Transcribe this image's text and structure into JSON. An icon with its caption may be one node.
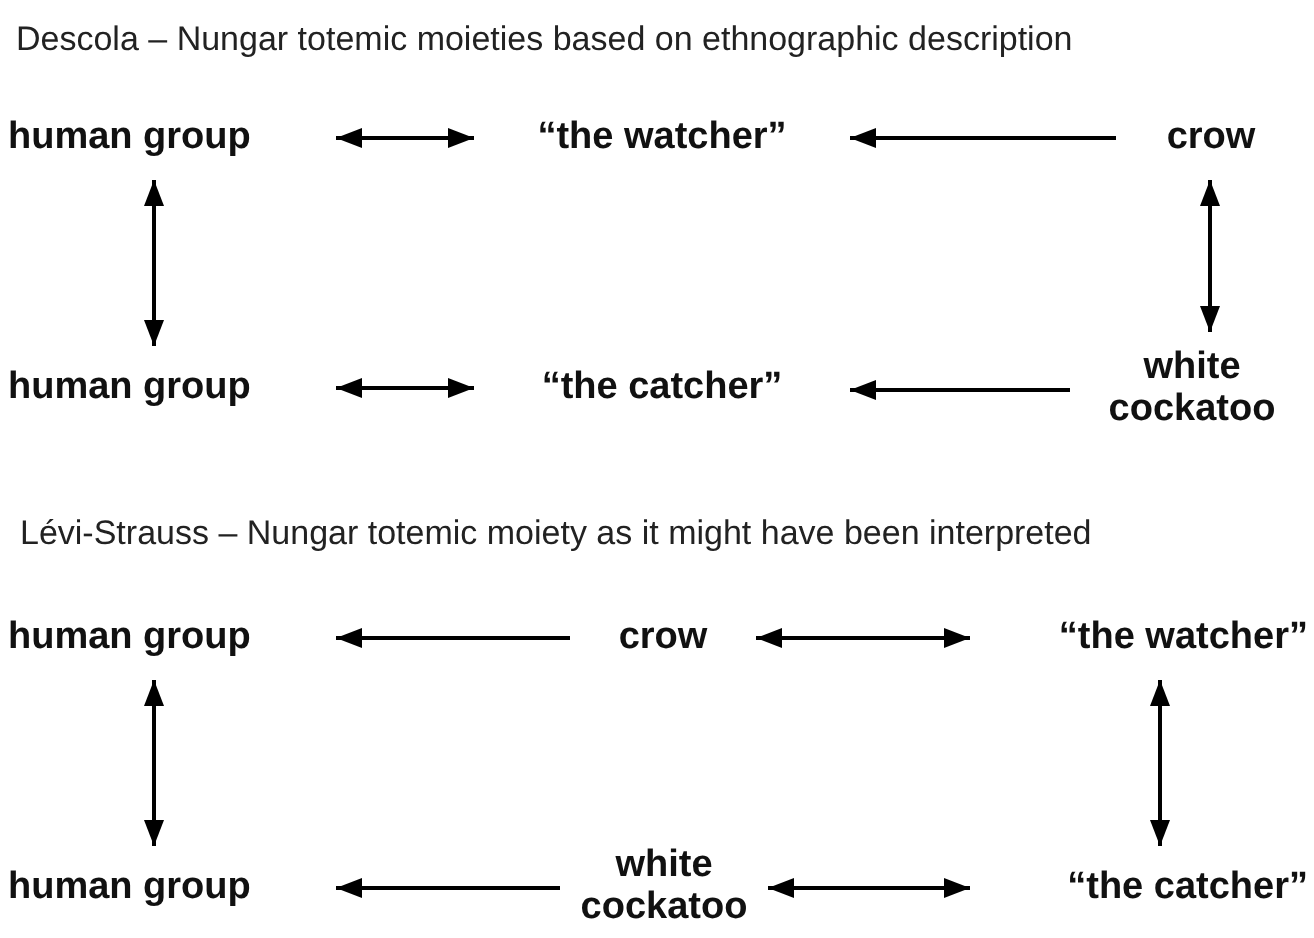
{
  "diagram": {
    "title": "Descola – Nungar totemic moieties based on ethnographic description",
    "nodes": [
      {
        "text": [
          "human group"
        ]
      },
      {
        "text": [
          "“the watcher”"
        ]
      },
      {
        "text": [
          "crow"
        ]
      },
      {
        "text": [
          "human group"
        ]
      },
      {
        "text": [
          "“the catcher”"
        ]
      },
      {
        "text": [
          "white cockatoo"
        ]
      },
      {
        "text": [
          "human group"
        ]
      },
      {
        "text": [
          "crow"
        ]
      },
      {
        "text": [
          "“the watcher”"
        ]
      },
      {
        "text": [
          "human group"
        ]
      },
      {
        "text": [
          "white cockatoo"
        ]
      },
      {
        "text": [
          "“the catcher”"
        ]
      }
    ],
    "edges": [
      {
        "from": 0,
        "to": 1,
        "arrow": "both"
      },
      {
        "from": 2,
        "to": 1,
        "arrow": "to"
      },
      {
        "from": 0,
        "to": 3,
        "arrow": "both"
      },
      {
        "from": 2,
        "to": 5,
        "arrow": "both"
      },
      {
        "from": 3,
        "to": 4,
        "arrow": "both"
      },
      {
        "from": 5,
        "to": 4,
        "arrow": "to"
      },
      {
        "from": 7,
        "to": 6,
        "arrow": "to"
      },
      {
        "from": 7,
        "to": 8,
        "arrow": "both"
      },
      {
        "from": 6,
        "to": 9,
        "arrow": "both"
      },
      {
        "from": 8,
        "to": 11,
        "arrow": "both"
      },
      {
        "from": 10,
        "to": 9,
        "arrow": "to"
      },
      {
        "from": 10,
        "to": 11,
        "arrow": "both"
      }
    ],
    "labels": [
      "Lévi-Strauss – Nungar totemic moiety as it might have been interpreted"
    ]
  }
}
